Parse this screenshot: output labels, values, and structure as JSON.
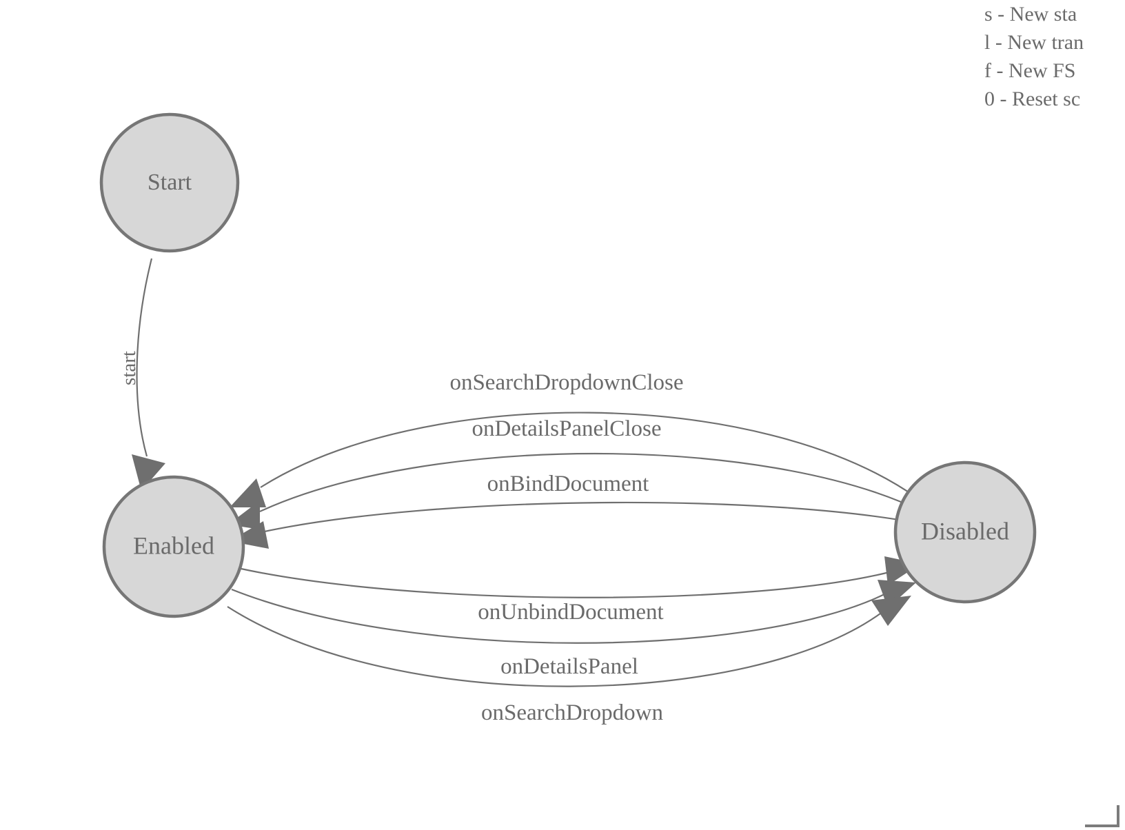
{
  "diagram": {
    "type": "finite-state-machine",
    "background_color": "#ffffff",
    "node_fill_color": "#d7d7d7",
    "node_stroke_color": "#767676",
    "edge_color": "#6f6f6f",
    "text_color": "#6a6a6a",
    "states": [
      {
        "id": "start",
        "label": "Start"
      },
      {
        "id": "enabled",
        "label": "Enabled"
      },
      {
        "id": "disabled",
        "label": "Disabled"
      }
    ],
    "transitions": [
      {
        "from": "start",
        "to": "enabled",
        "label": "start"
      },
      {
        "from": "disabled",
        "to": "enabled",
        "label": "onSearchDropdownClose"
      },
      {
        "from": "disabled",
        "to": "enabled",
        "label": "onDetailsPanelClose"
      },
      {
        "from": "disabled",
        "to": "enabled",
        "label": "onBindDocument"
      },
      {
        "from": "enabled",
        "to": "disabled",
        "label": "onUnbindDocument"
      },
      {
        "from": "enabled",
        "to": "disabled",
        "label": "onDetailsPanel"
      },
      {
        "from": "enabled",
        "to": "disabled",
        "label": "onSearchDropdown"
      }
    ]
  },
  "help": {
    "lines": [
      "s - New sta",
      "l - New tran",
      "f - New FS",
      "0 - Reset sc"
    ]
  }
}
